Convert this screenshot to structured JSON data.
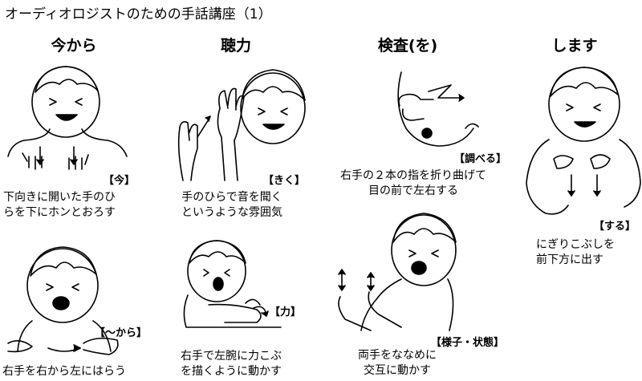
{
  "title": "オーディオロジストのための手話講座（1）",
  "columns": [
    {
      "heading": "今から"
    },
    {
      "heading": "聴力"
    },
    {
      "heading": "検査(を)"
    },
    {
      "heading": "します"
    }
  ],
  "panels": {
    "ima": {
      "tag": "【今】",
      "caption": [
        "下向きに開いた手のひ",
        "らを下にホンとおろす"
      ]
    },
    "kara": {
      "tag": "【〜から】",
      "caption": [
        "右手を右から左にはらう"
      ]
    },
    "kiku": {
      "tag": "【きく】",
      "caption": [
        "手のひらで音を聞く",
        "というような雰囲気"
      ]
    },
    "chikara": {
      "tag": "【力】",
      "caption": [
        "右手で左腕に力こぶ",
        "を描くように動かす"
      ]
    },
    "shiraberu": {
      "tag": "【調べる】",
      "caption": [
        "右手の２本の指を折り曲げて",
        "目の前で左右する"
      ]
    },
    "yousu": {
      "tag": "【様子・状態】",
      "caption": [
        "両手をななめに",
        "交互に動かす"
      ]
    },
    "suru": {
      "tag": "【する】",
      "caption": [
        "にぎりこぶしを",
        "前下方に出す"
      ]
    }
  }
}
